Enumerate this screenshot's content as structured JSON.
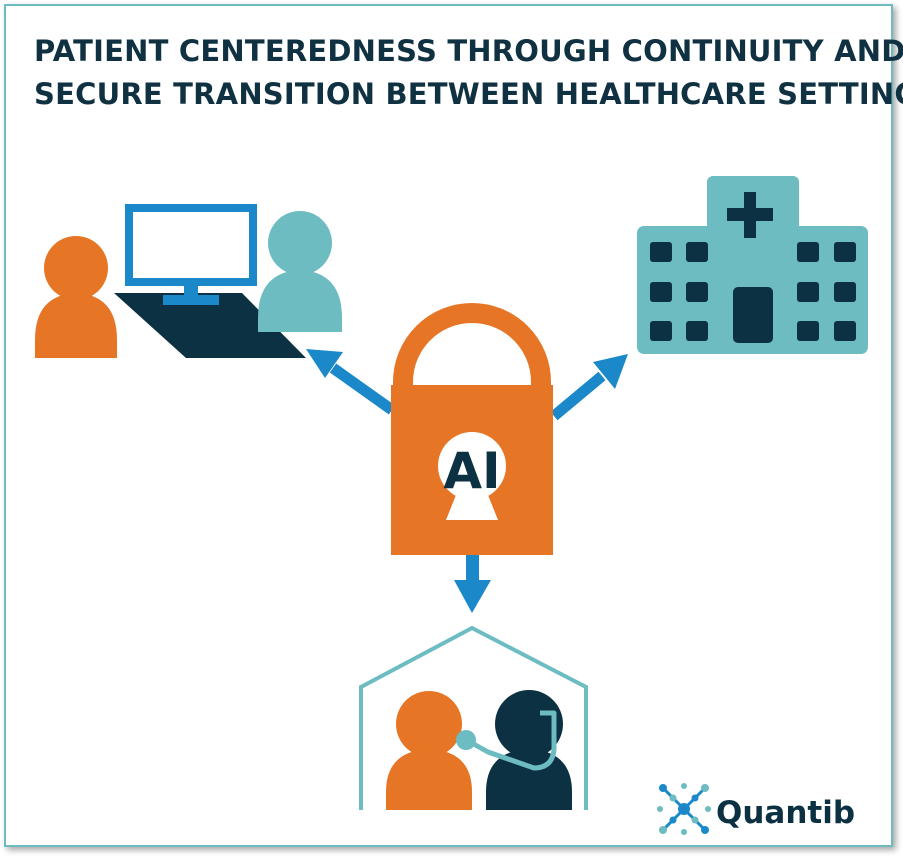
{
  "title": {
    "line1": "PATIENT CENTEREDNESS THROUGH CONTINUITY AND",
    "line2": "SECURE TRANSITION BETWEEN HEALTHCARE SETTINGS"
  },
  "lock": {
    "label": "AI"
  },
  "logo": {
    "text": "Quantib"
  },
  "colors": {
    "orange": "#e67525",
    "teal": "#6cbcc2",
    "navy": "#0c3142",
    "blue": "#1a88c9",
    "frame": "#6cbcc2"
  },
  "icons": [
    "patient-icon",
    "computer-monitor-icon",
    "clinician-icon",
    "hospital-icon",
    "padlock-icon",
    "home-icon",
    "doctor-stethoscope-icon",
    "arrow-icon",
    "quantib-logo-icon"
  ]
}
